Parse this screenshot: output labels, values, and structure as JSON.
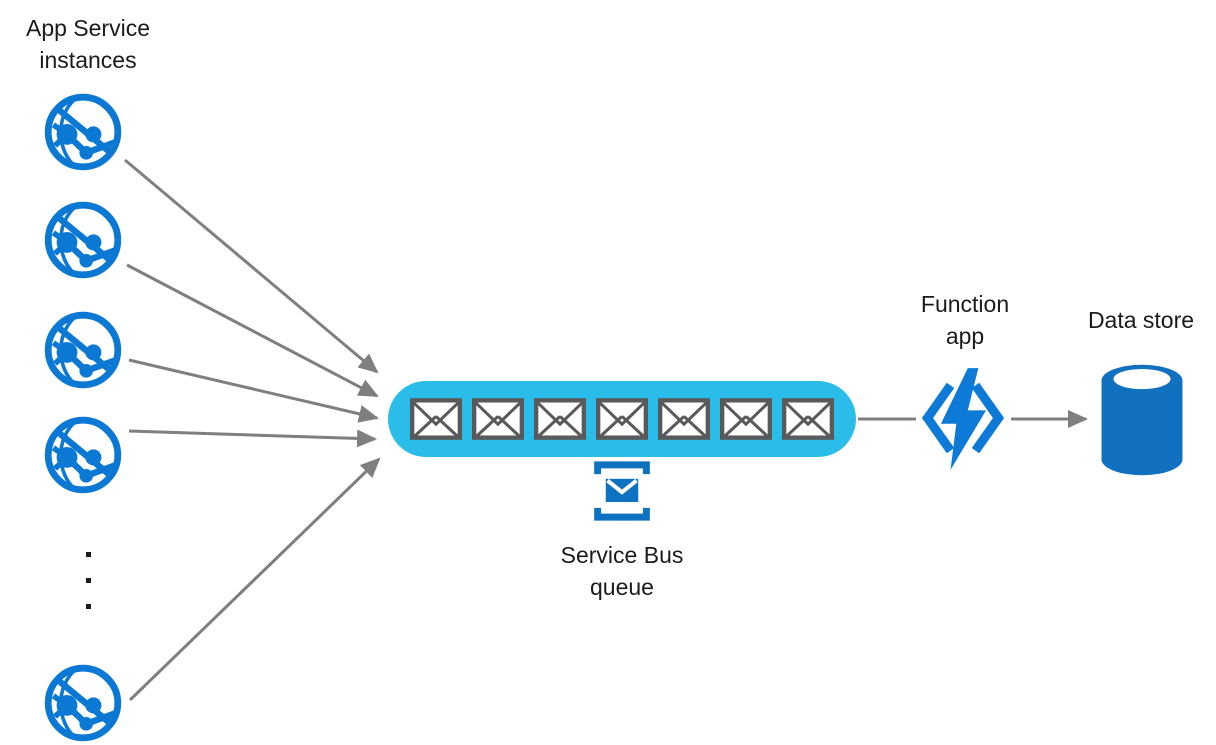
{
  "labels": {
    "app_service": "App Service\ninstances",
    "service_bus": "Service Bus\nqueue",
    "function_app": "Function\napp",
    "data_store": "Data store"
  },
  "app_service": {
    "instances_shown": 5,
    "more_indicator_dots": 3
  },
  "queue": {
    "envelope_count": 7
  },
  "icons": {
    "app_service": "app-service-globe-icon",
    "service_bus_queue": "service-bus-queue-icon",
    "queue_message": "envelope-icon",
    "function_app": "function-app-lightning-icon",
    "data_store": "database-cylinder-icon"
  },
  "connections": [
    {
      "from": "app-service-instance-1",
      "to": "service-bus-queue",
      "arrowhead": true
    },
    {
      "from": "app-service-instance-2",
      "to": "service-bus-queue",
      "arrowhead": true
    },
    {
      "from": "app-service-instance-3",
      "to": "service-bus-queue",
      "arrowhead": true
    },
    {
      "from": "app-service-instance-4",
      "to": "service-bus-queue",
      "arrowhead": true
    },
    {
      "from": "app-service-instance-5",
      "to": "service-bus-queue",
      "arrowhead": true
    },
    {
      "from": "service-bus-queue",
      "to": "function-app",
      "arrowhead": false
    },
    {
      "from": "function-app",
      "to": "data-store",
      "arrowhead": true
    }
  ],
  "colors": {
    "azure_blue": "#0b79d4",
    "queue_pill": "#2bbde9",
    "service_bus_blue": "#0e72c0",
    "function_blue": "#0e7ad7",
    "data_store_blue": "#1170bf",
    "arrow_gray": "#7f7f7f",
    "envelope_border": "#595959",
    "text": "#1b1b1b"
  }
}
